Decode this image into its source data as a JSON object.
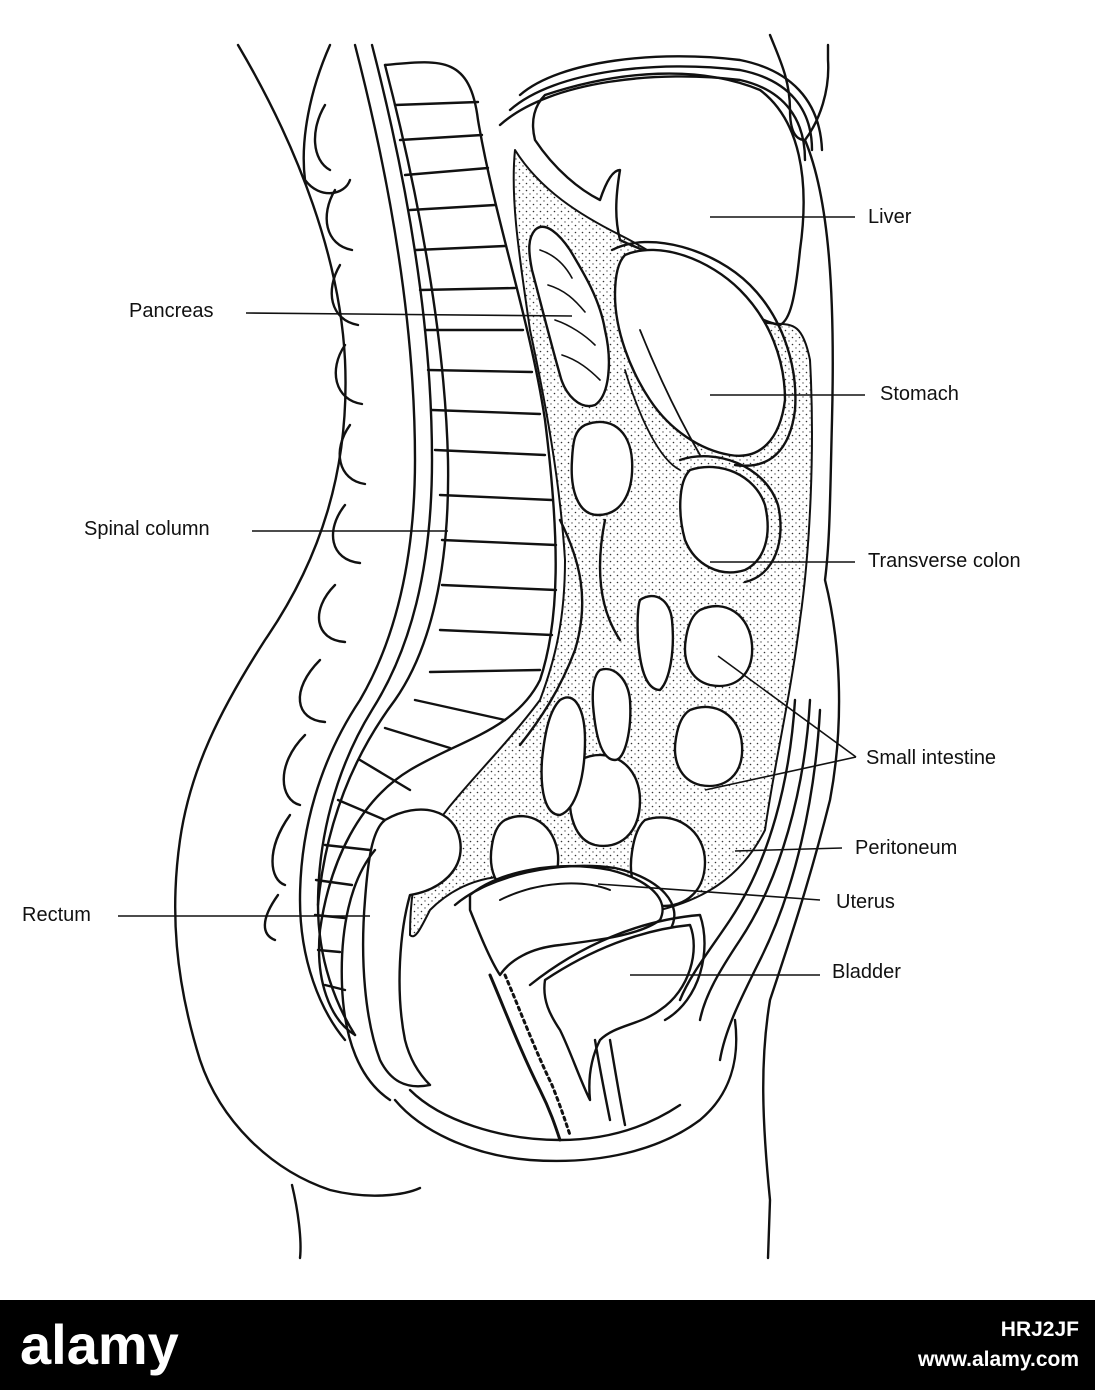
{
  "labels": {
    "liver": "Liver",
    "pancreas": "Pancreas",
    "stomach": "Stomach",
    "spinal_column": "Spinal column",
    "transverse_colon": "Transverse colon",
    "small_intestine": "Small intestine",
    "peritoneum": "Peritoneum",
    "rectum": "Rectum",
    "uterus": "Uterus",
    "bladder": "Bladder"
  },
  "footer": {
    "logo_text": "alamy",
    "image_id": "HRJ2JF",
    "url": "www.alamy.com"
  },
  "colors": {
    "line": "#111111",
    "background": "#ffffff",
    "footer_bg": "#000000",
    "footer_text": "#ffffff"
  }
}
